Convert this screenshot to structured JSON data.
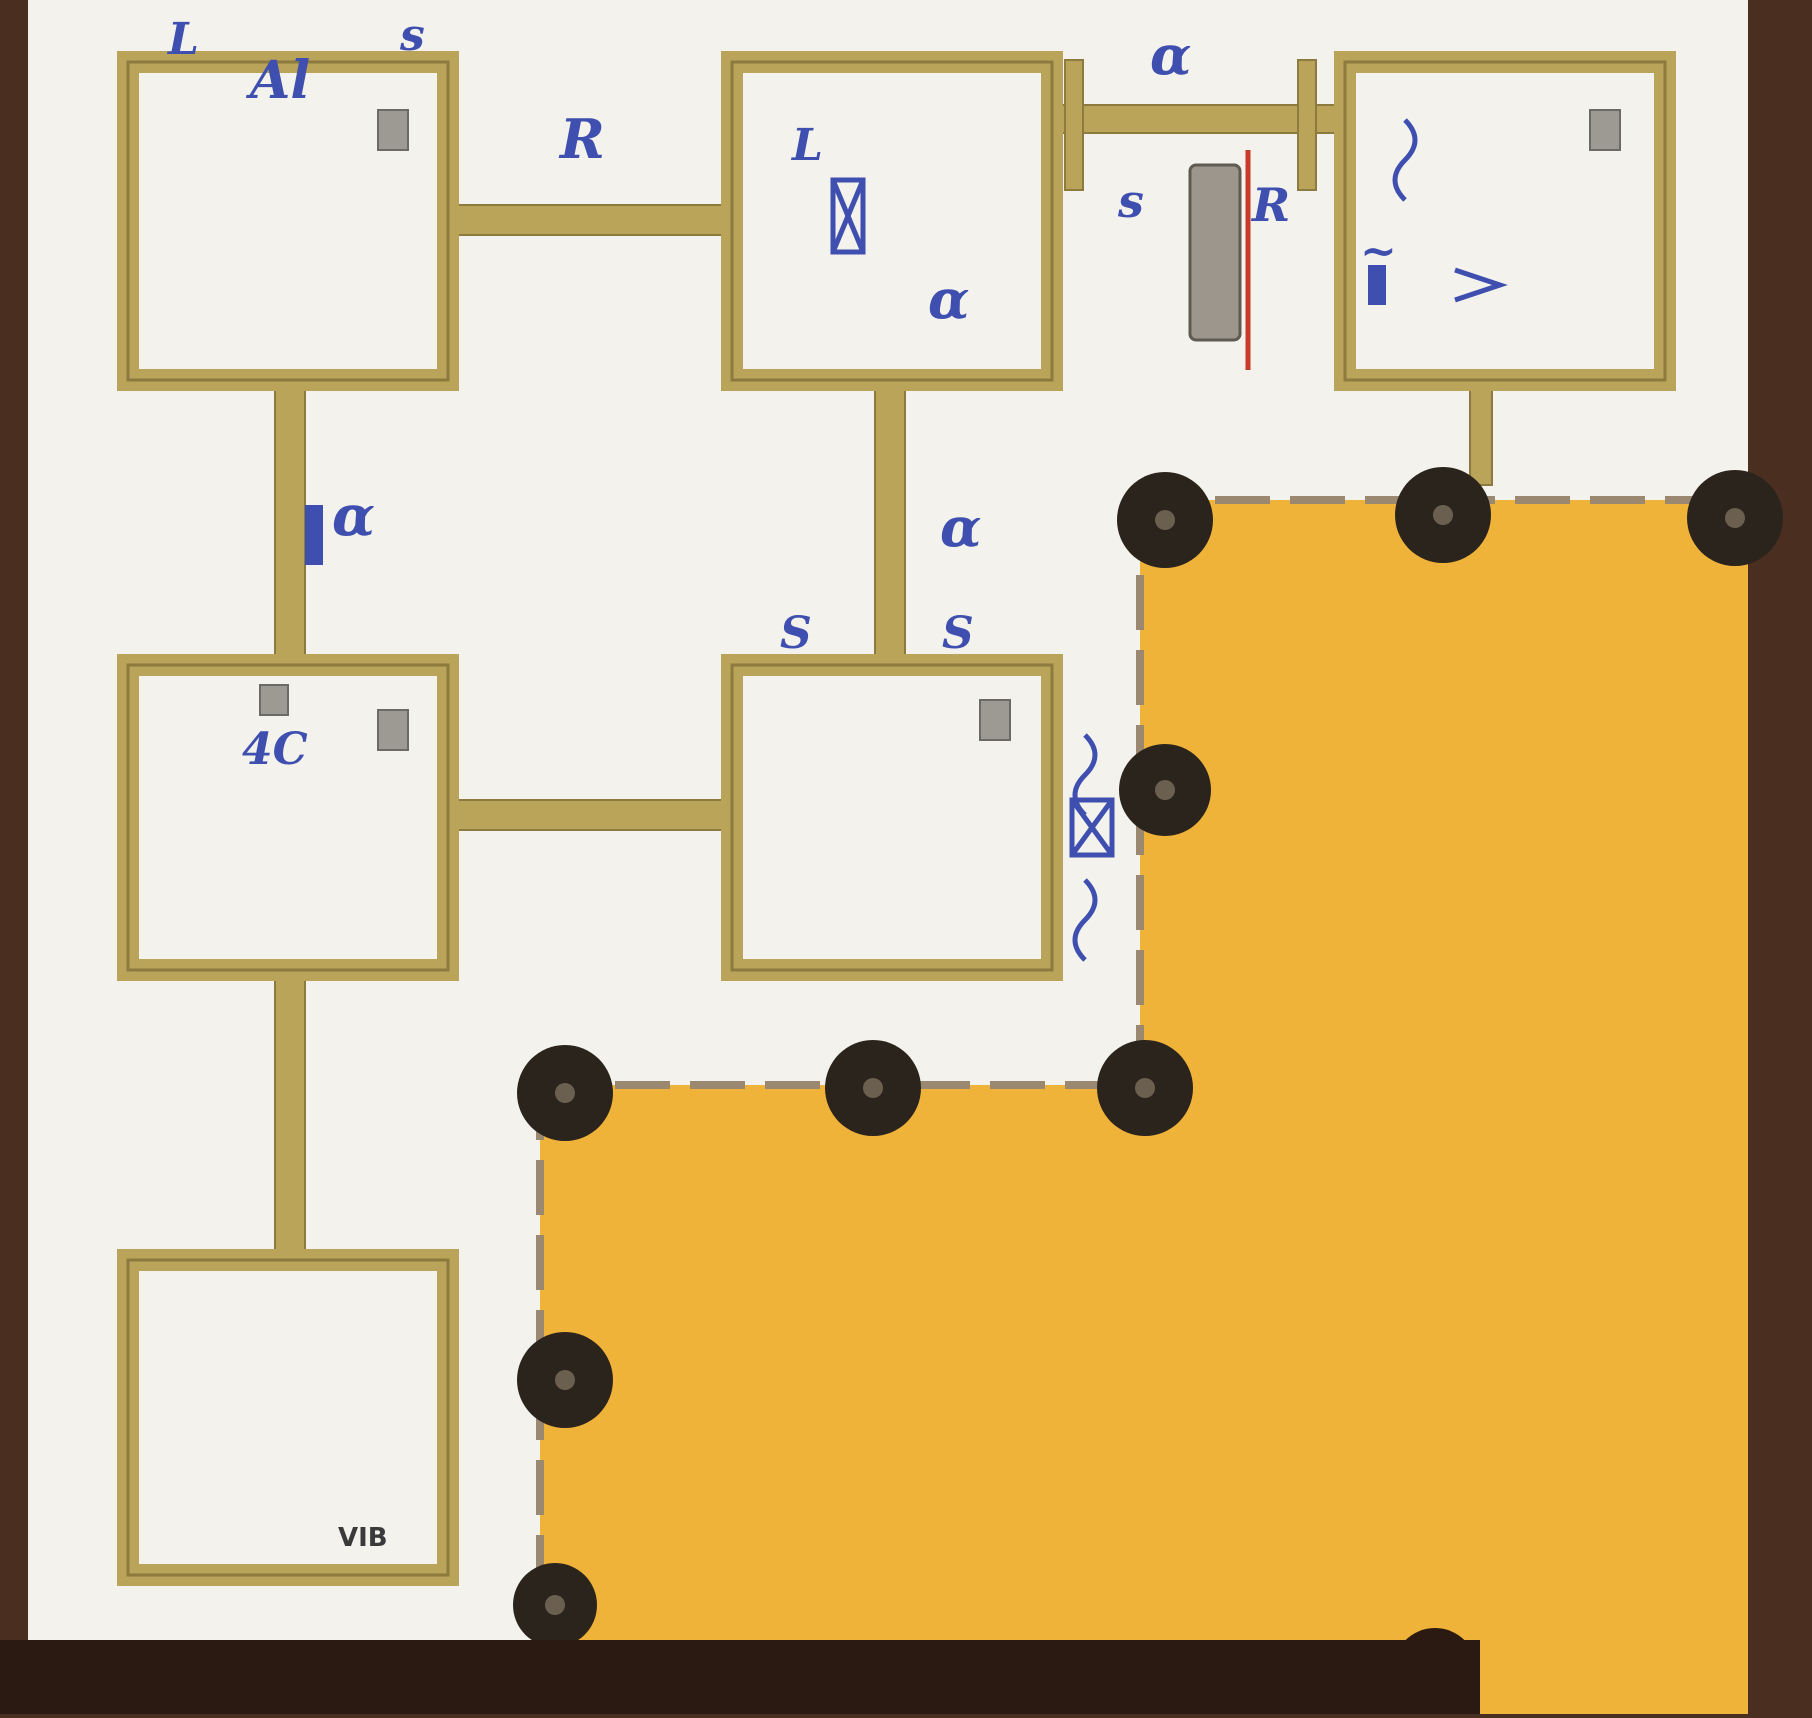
{
  "photo": {
    "description_hidden": "",
    "colors": {
      "background_brown": "#4a2e20",
      "board_white": "#f3f2ec",
      "gold_track": "#b9a45a",
      "orange_region": "#f0b33a",
      "pad_dark": "#2b241d",
      "pen_blue": "#3f4fb0",
      "pen_red": "#c83a2a"
    },
    "printed_labels": {
      "frame_label": "VIB"
    },
    "handwritten_labels": {
      "top_row_1": "L",
      "top_row_2": "s",
      "block1_note": "Al",
      "link_1_2": "R",
      "block2_note": "L",
      "link_2_3": "α",
      "link_2_3_b": "s",
      "link_2_3_c": "R",
      "block2_bottom": "α",
      "vertical_left": "α",
      "vertical_right": "α",
      "block4_note": "4C",
      "block5_top_left": "S",
      "block5_top_right": "S",
      "block3_wave": "~"
    }
  }
}
